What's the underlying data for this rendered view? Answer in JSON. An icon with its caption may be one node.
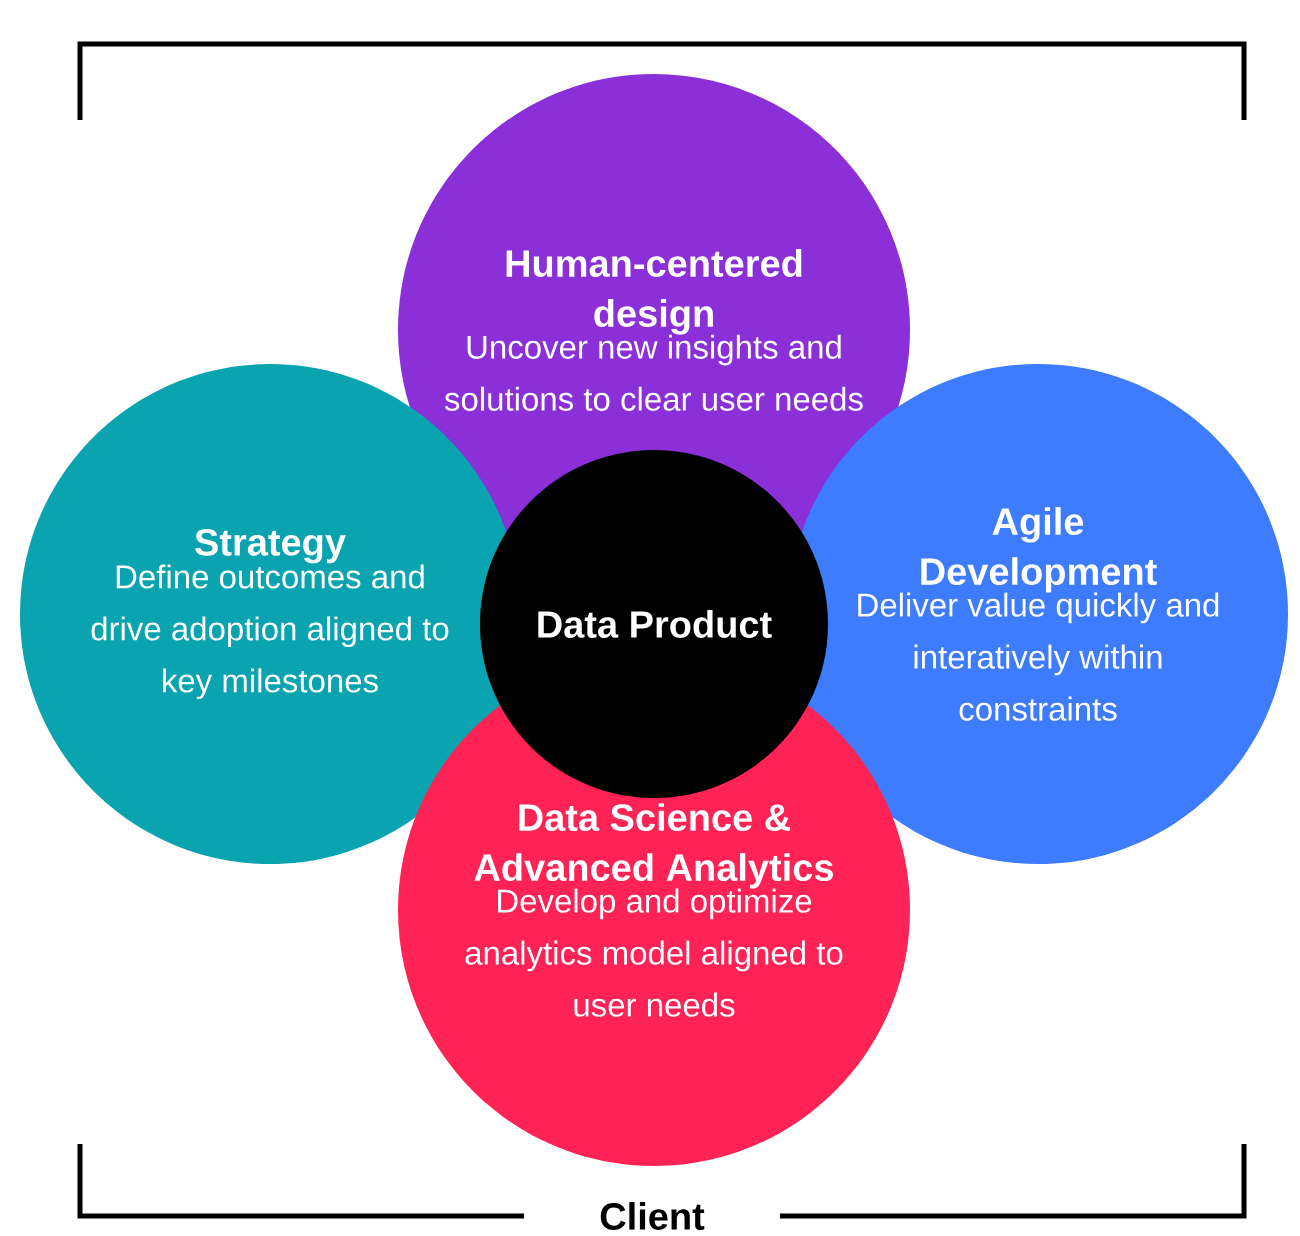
{
  "diagram": {
    "nodes": [
      {
        "text": [
          "Human-centered design",
          "Uncover new insights and solutions to clear user needs"
        ]
      },
      {
        "text": [
          "Strategy",
          "Define outcomes and drive adoption aligned to key milestones"
        ]
      },
      {
        "text": [
          "Agile Development",
          "Deliver value quickly and interatively within constraints"
        ]
      },
      {
        "text": [
          "Data Science & Advanced Analytics",
          "Develop and optimize analytics model aligned to user needs"
        ]
      },
      {
        "text": [
          "Data Product"
        ]
      }
    ],
    "labels": [
      "Client"
    ]
  }
}
